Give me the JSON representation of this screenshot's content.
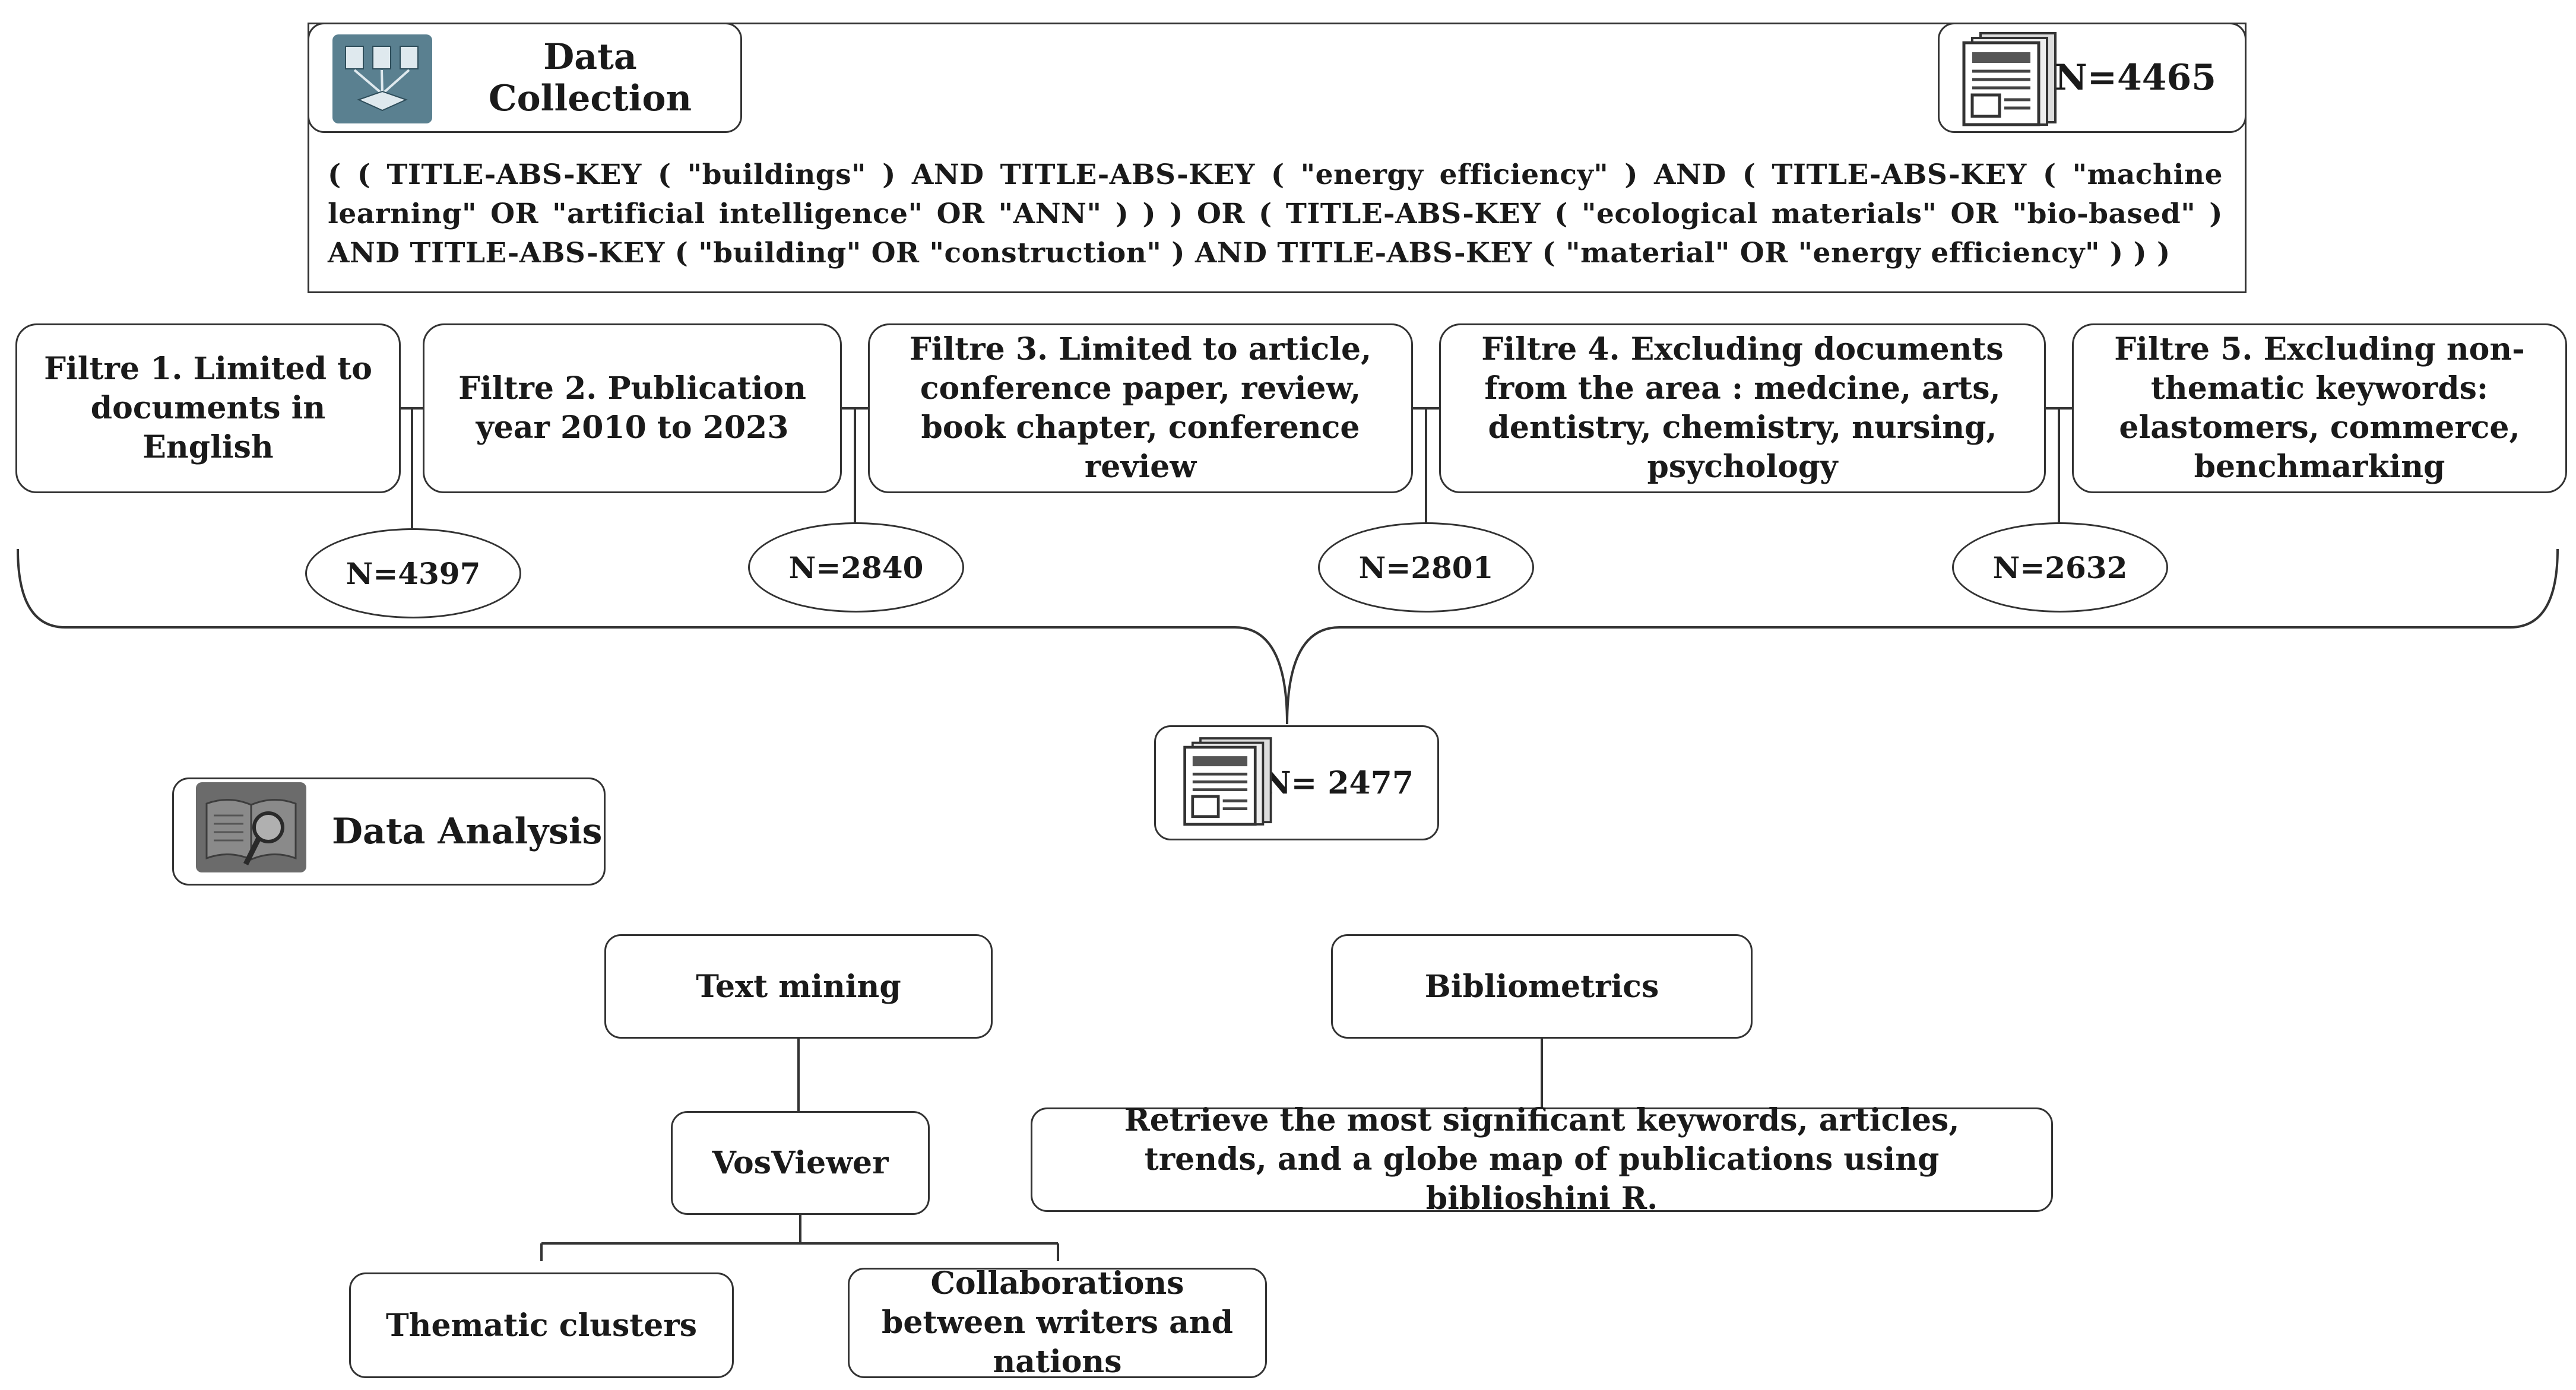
{
  "collection": {
    "title": "Data Collection",
    "total": "N=4465",
    "query": "( ( TITLE-ABS-KEY ( \"buildings\" ) AND TITLE-ABS-KEY ( \"energy efficiency\" ) AND ( TITLE-ABS-KEY ( \"machine learning\" OR \"artificial intelligence\" OR \"ANN\" ) ) ) OR ( TITLE-ABS-KEY ( \"ecological materials\" OR \"bio-based\" ) AND TITLE-ABS-KEY ( \"building\" OR \"construction\" ) AND TITLE-ABS-KEY ( \"material\" OR \"energy efficiency\" ) ) )"
  },
  "filters": [
    {
      "label": "Filtre 1. Limited to documents in English",
      "count": "N=4397"
    },
    {
      "label": "Filtre 2. Publication year 2010 to 2023",
      "count": "N=2840"
    },
    {
      "label": "Filtre 3. Limited to article, conference paper, review, book chapter, conference review",
      "count": "N=2801"
    },
    {
      "label": "Filtre 4. Excluding documents from the area : medcine, arts, dentistry, chemistry, nursing, psychology",
      "count": "N=2632"
    },
    {
      "label": "Filtre 5. Excluding non-thematic keywords: elastomers, commerce, benchmarking",
      "count": ""
    }
  ],
  "final_count": "N= 2477",
  "analysis": {
    "title": "Data Analysis",
    "text_mining": "Text mining",
    "vosviewer": "VosViewer",
    "thematic": "Thematic clusters",
    "collab": "Collaborations between writers and nations",
    "bibliometrics": "Bibliometrics",
    "retrieve": "Retrieve the most significant keywords, articles, trends, and a globe map of publications using biblioshini R."
  },
  "icons": {
    "collection": "documents-network-icon",
    "newspaper": "newspaper-icon",
    "analysis": "book-magnifier-icon"
  }
}
